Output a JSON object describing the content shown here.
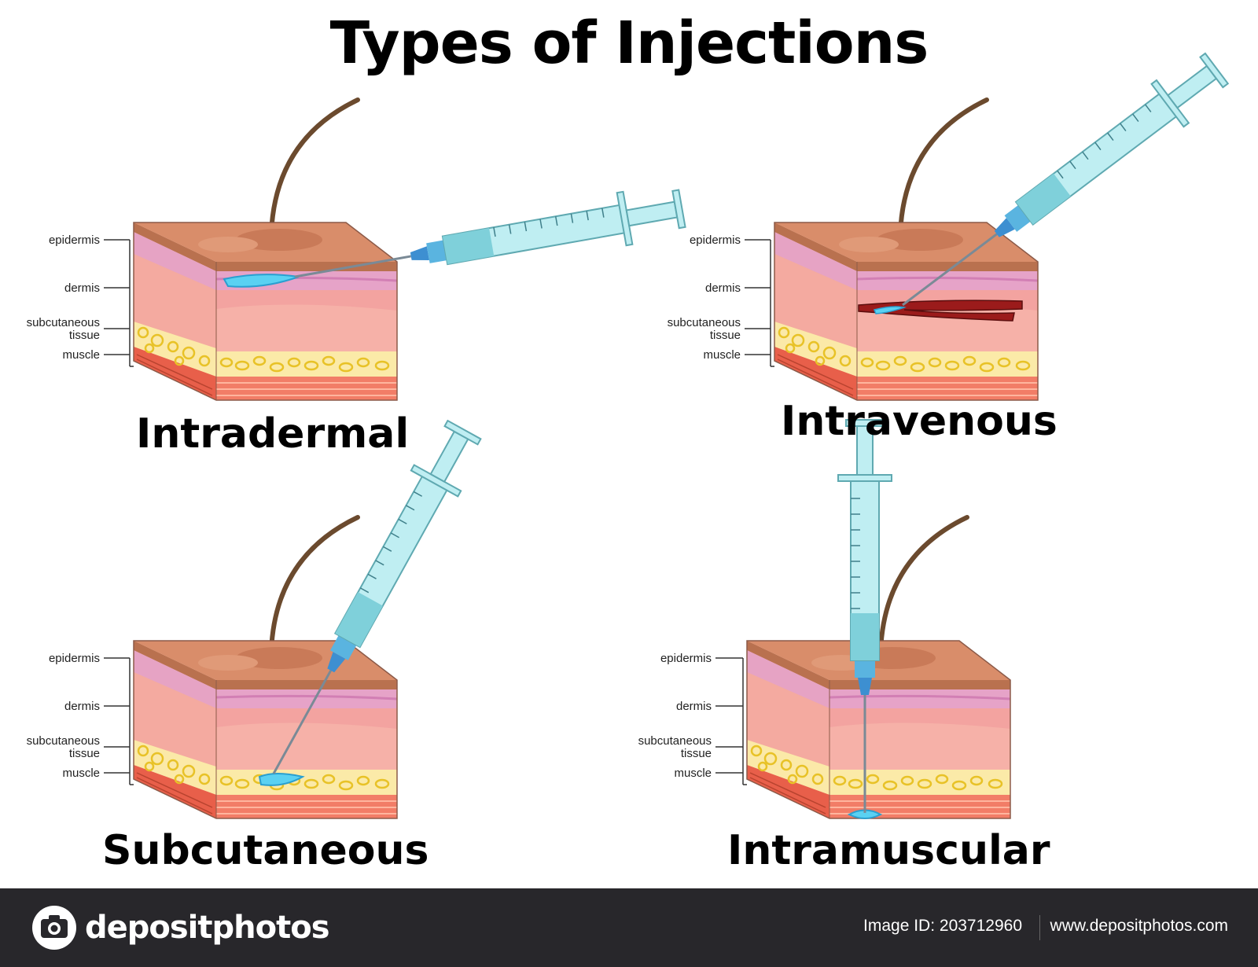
{
  "title": "Types of Injections",
  "layer_labels": [
    "epidermis",
    "dermis",
    "subcutaneous",
    "tissue",
    "muscle"
  ],
  "panels": [
    {
      "name": "Intradermal"
    },
    {
      "name": "Intravenous"
    },
    {
      "name": "Subcutaneous"
    },
    {
      "name": "Intramuscular"
    }
  ],
  "footer": {
    "brand": "depositphotos",
    "image_id": "Image ID: 203712960",
    "website": "www.depositphotos.com"
  },
  "colors": {
    "epidermis": "#cf8a68",
    "dermis_pink": "#e8a4a8",
    "fat_yellow": "#f5d84a",
    "syringe": "#a9e4ea",
    "vein": "#9b1b1b",
    "footer": "#28272b"
  }
}
